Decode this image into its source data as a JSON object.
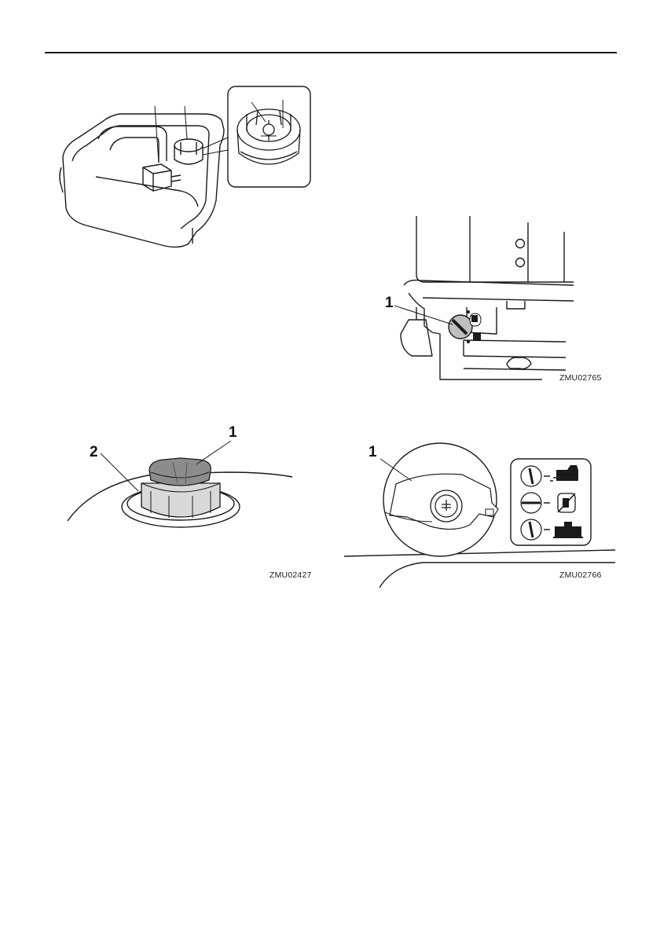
{
  "page": {
    "figures": {
      "fuel_tank": {
        "icons": [
          "fuel-tank-icon",
          "fuel-gauge-icon",
          "fuel-cap-detail-icon"
        ]
      },
      "tank_cap": {
        "callouts": [
          "1",
          "2"
        ],
        "code": "ZMU02427",
        "icons": [
          "tank-cap-knob-icon",
          "tank-cap-gasket-icon"
        ]
      },
      "engine_side": {
        "callouts": [
          "1"
        ],
        "code": "ZMU02765",
        "icons": [
          "outboard-engine-icon",
          "fuel-valve-knob-icon"
        ]
      },
      "fuel_valve": {
        "callouts": [
          "1"
        ],
        "code": "ZMU02766",
        "icons": [
          "fuel-valve-lever-icon",
          "fuel-external-tank-icon",
          "fuel-off-icon",
          "fuel-internal-tank-icon"
        ]
      }
    }
  }
}
